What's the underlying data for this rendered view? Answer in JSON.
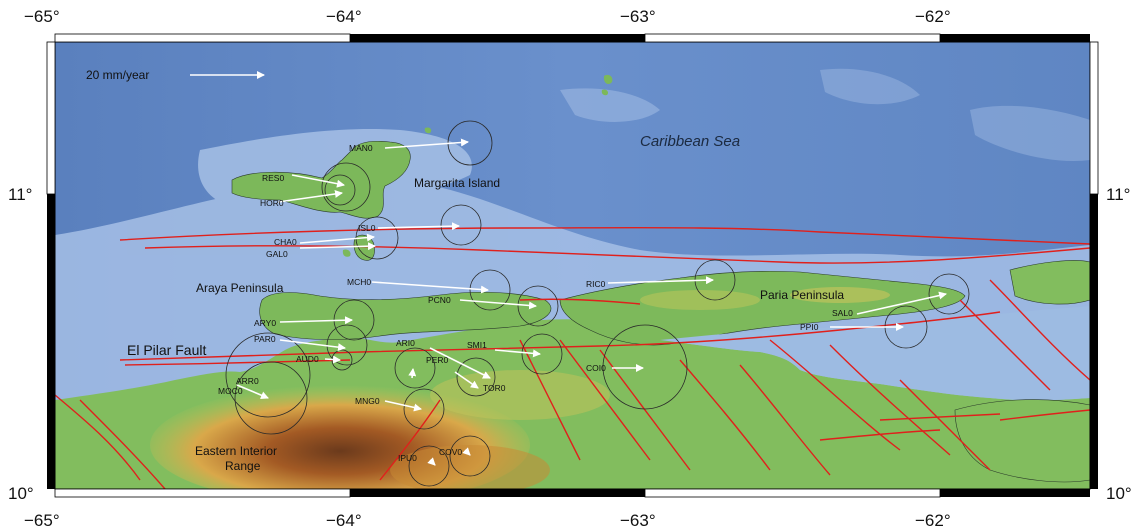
{
  "map": {
    "lon_ticks": [
      "−65°",
      "−64°",
      "−63°",
      "−62°"
    ],
    "lat_ticks": [
      "11°",
      "10°"
    ],
    "scale_label": "20 mm/year",
    "scale_value_mm_per_year": 20,
    "labels": {
      "caribbean": "Caribbean Sea",
      "margarita": "Margarita Island",
      "araya": "Araya Peninsula",
      "paria": "Paria Peninsula",
      "el_pilar": "El Pilar Fault",
      "interior_1": "Eastern Interior",
      "interior_2": "Range"
    },
    "stations": [
      {
        "code": "MAN0"
      },
      {
        "code": "RES0"
      },
      {
        "code": "HOR0"
      },
      {
        "code": "ISL0"
      },
      {
        "code": "CHA0"
      },
      {
        "code": "GAL0"
      },
      {
        "code": "MCH0"
      },
      {
        "code": "PCN0"
      },
      {
        "code": "RIC0"
      },
      {
        "code": "SAL0"
      },
      {
        "code": "PPI0"
      },
      {
        "code": "ARY0"
      },
      {
        "code": "PAR0"
      },
      {
        "code": "AUD0"
      },
      {
        "code": "ARI0"
      },
      {
        "code": "PER0"
      },
      {
        "code": "SMI1"
      },
      {
        "code": "TOR0"
      },
      {
        "code": "COI0"
      },
      {
        "code": "ARR0"
      },
      {
        "code": "MOC0"
      },
      {
        "code": "MNG0"
      },
      {
        "code": "IPU0"
      },
      {
        "code": "COV0"
      }
    ],
    "colors": {
      "deep_sea": "#5f86c3",
      "shallow_sea": "#a9c2e6",
      "lowland": "#79b659",
      "highland": "#c98a33",
      "fault": "#e0201c",
      "vector": "#ffffff"
    }
  }
}
